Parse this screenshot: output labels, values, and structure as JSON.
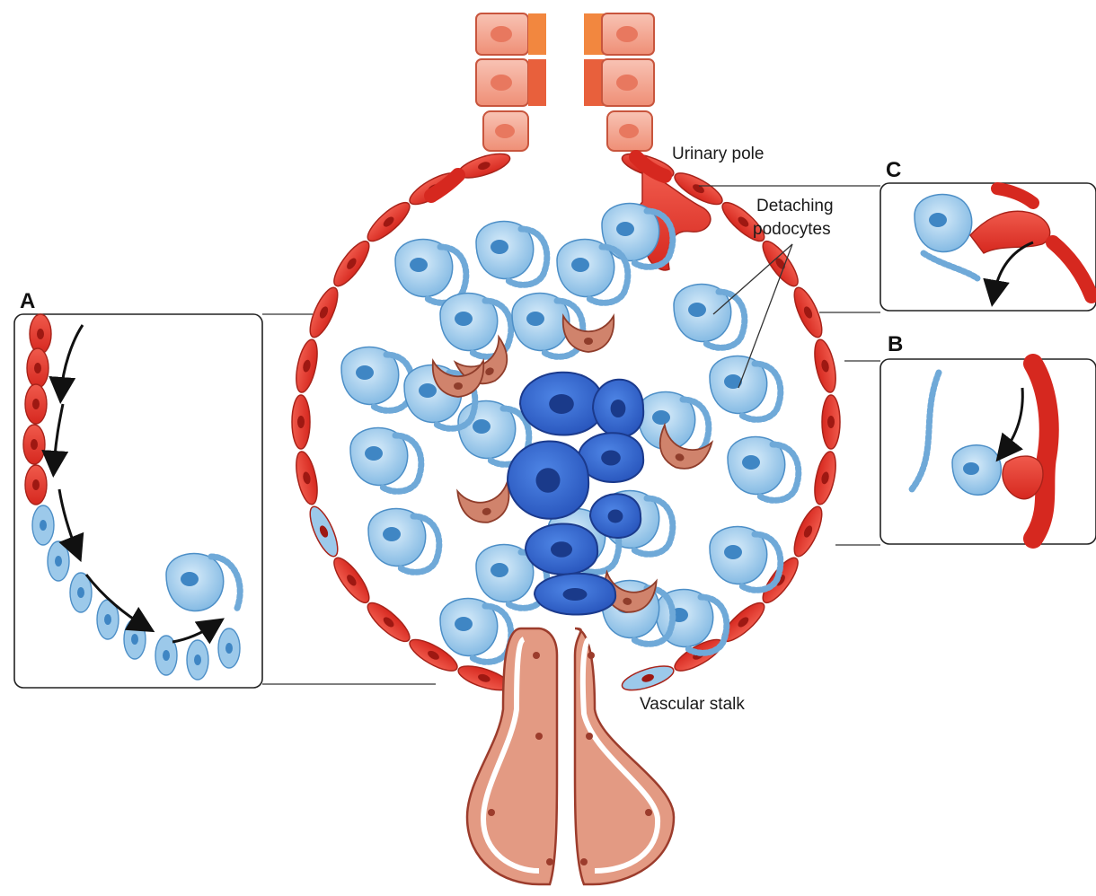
{
  "labels": {
    "urinary_pole": "Urinary pole",
    "detaching_line1": "Detaching",
    "detaching_line2": "podocytes",
    "vascular_stalk": "Vascular stalk"
  },
  "panels": {
    "a": "A",
    "b": "B",
    "c": "C"
  },
  "colors": {
    "parietal_cell": "#e23a2f",
    "parietal_nucleus": "#b81e1a",
    "podocyte": "#8cc3e8",
    "podocyte_nucleus": "#3f86c4",
    "mesangial": "#2f62c8",
    "mesangial_nucleus": "#1a3a8a",
    "endothelial": "#c9705d",
    "tubule": "#f19a83",
    "stalk": "#d8826c"
  },
  "icons": {
    "arrow": "curved-arrow-icon"
  }
}
